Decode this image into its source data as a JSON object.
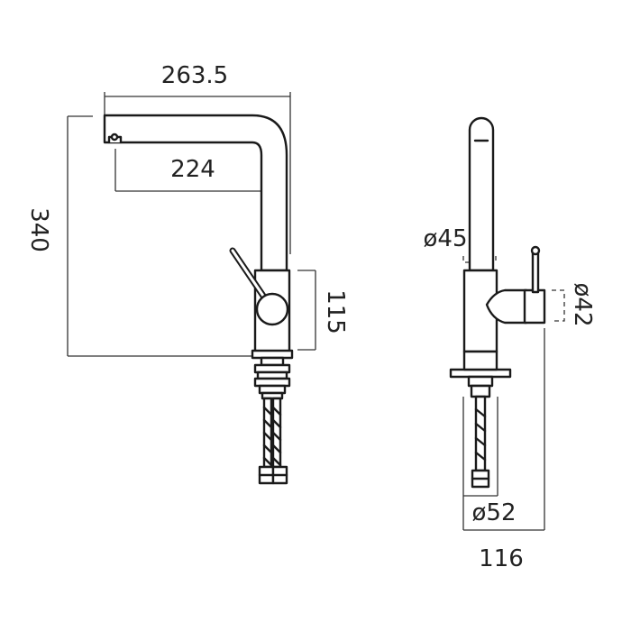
{
  "diagram": {
    "front_view": {
      "dim_spout_reach": "263.5",
      "dim_spout_outlet": "224",
      "dim_height": "340",
      "dim_body_height": "115"
    },
    "side_view": {
      "dim_spout_dia": "ø45",
      "dim_body_dia": "ø42",
      "dim_base_dia": "ø52",
      "dim_depth": "116"
    }
  }
}
